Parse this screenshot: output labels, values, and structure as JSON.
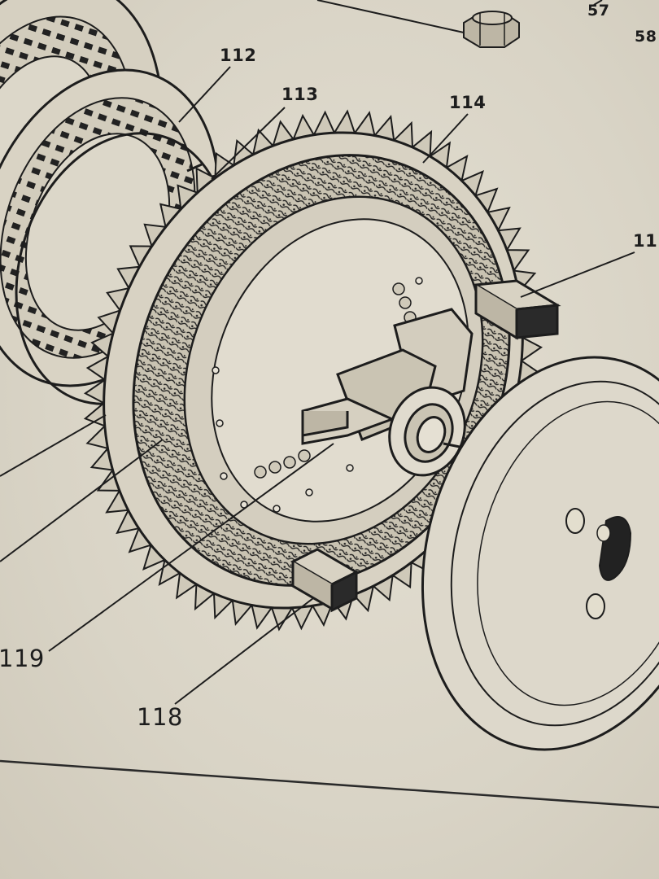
{
  "callouts": {
    "c57": "57",
    "c58": "58",
    "c112": "112",
    "c113": "113",
    "c114": "114",
    "c115": "11",
    "c118": "118",
    "c119": "119"
  },
  "colors": {
    "paper": "#dcd7c9",
    "ink": "#1d1d1d"
  },
  "icons": {
    "nut": "hex-nut-icon"
  }
}
